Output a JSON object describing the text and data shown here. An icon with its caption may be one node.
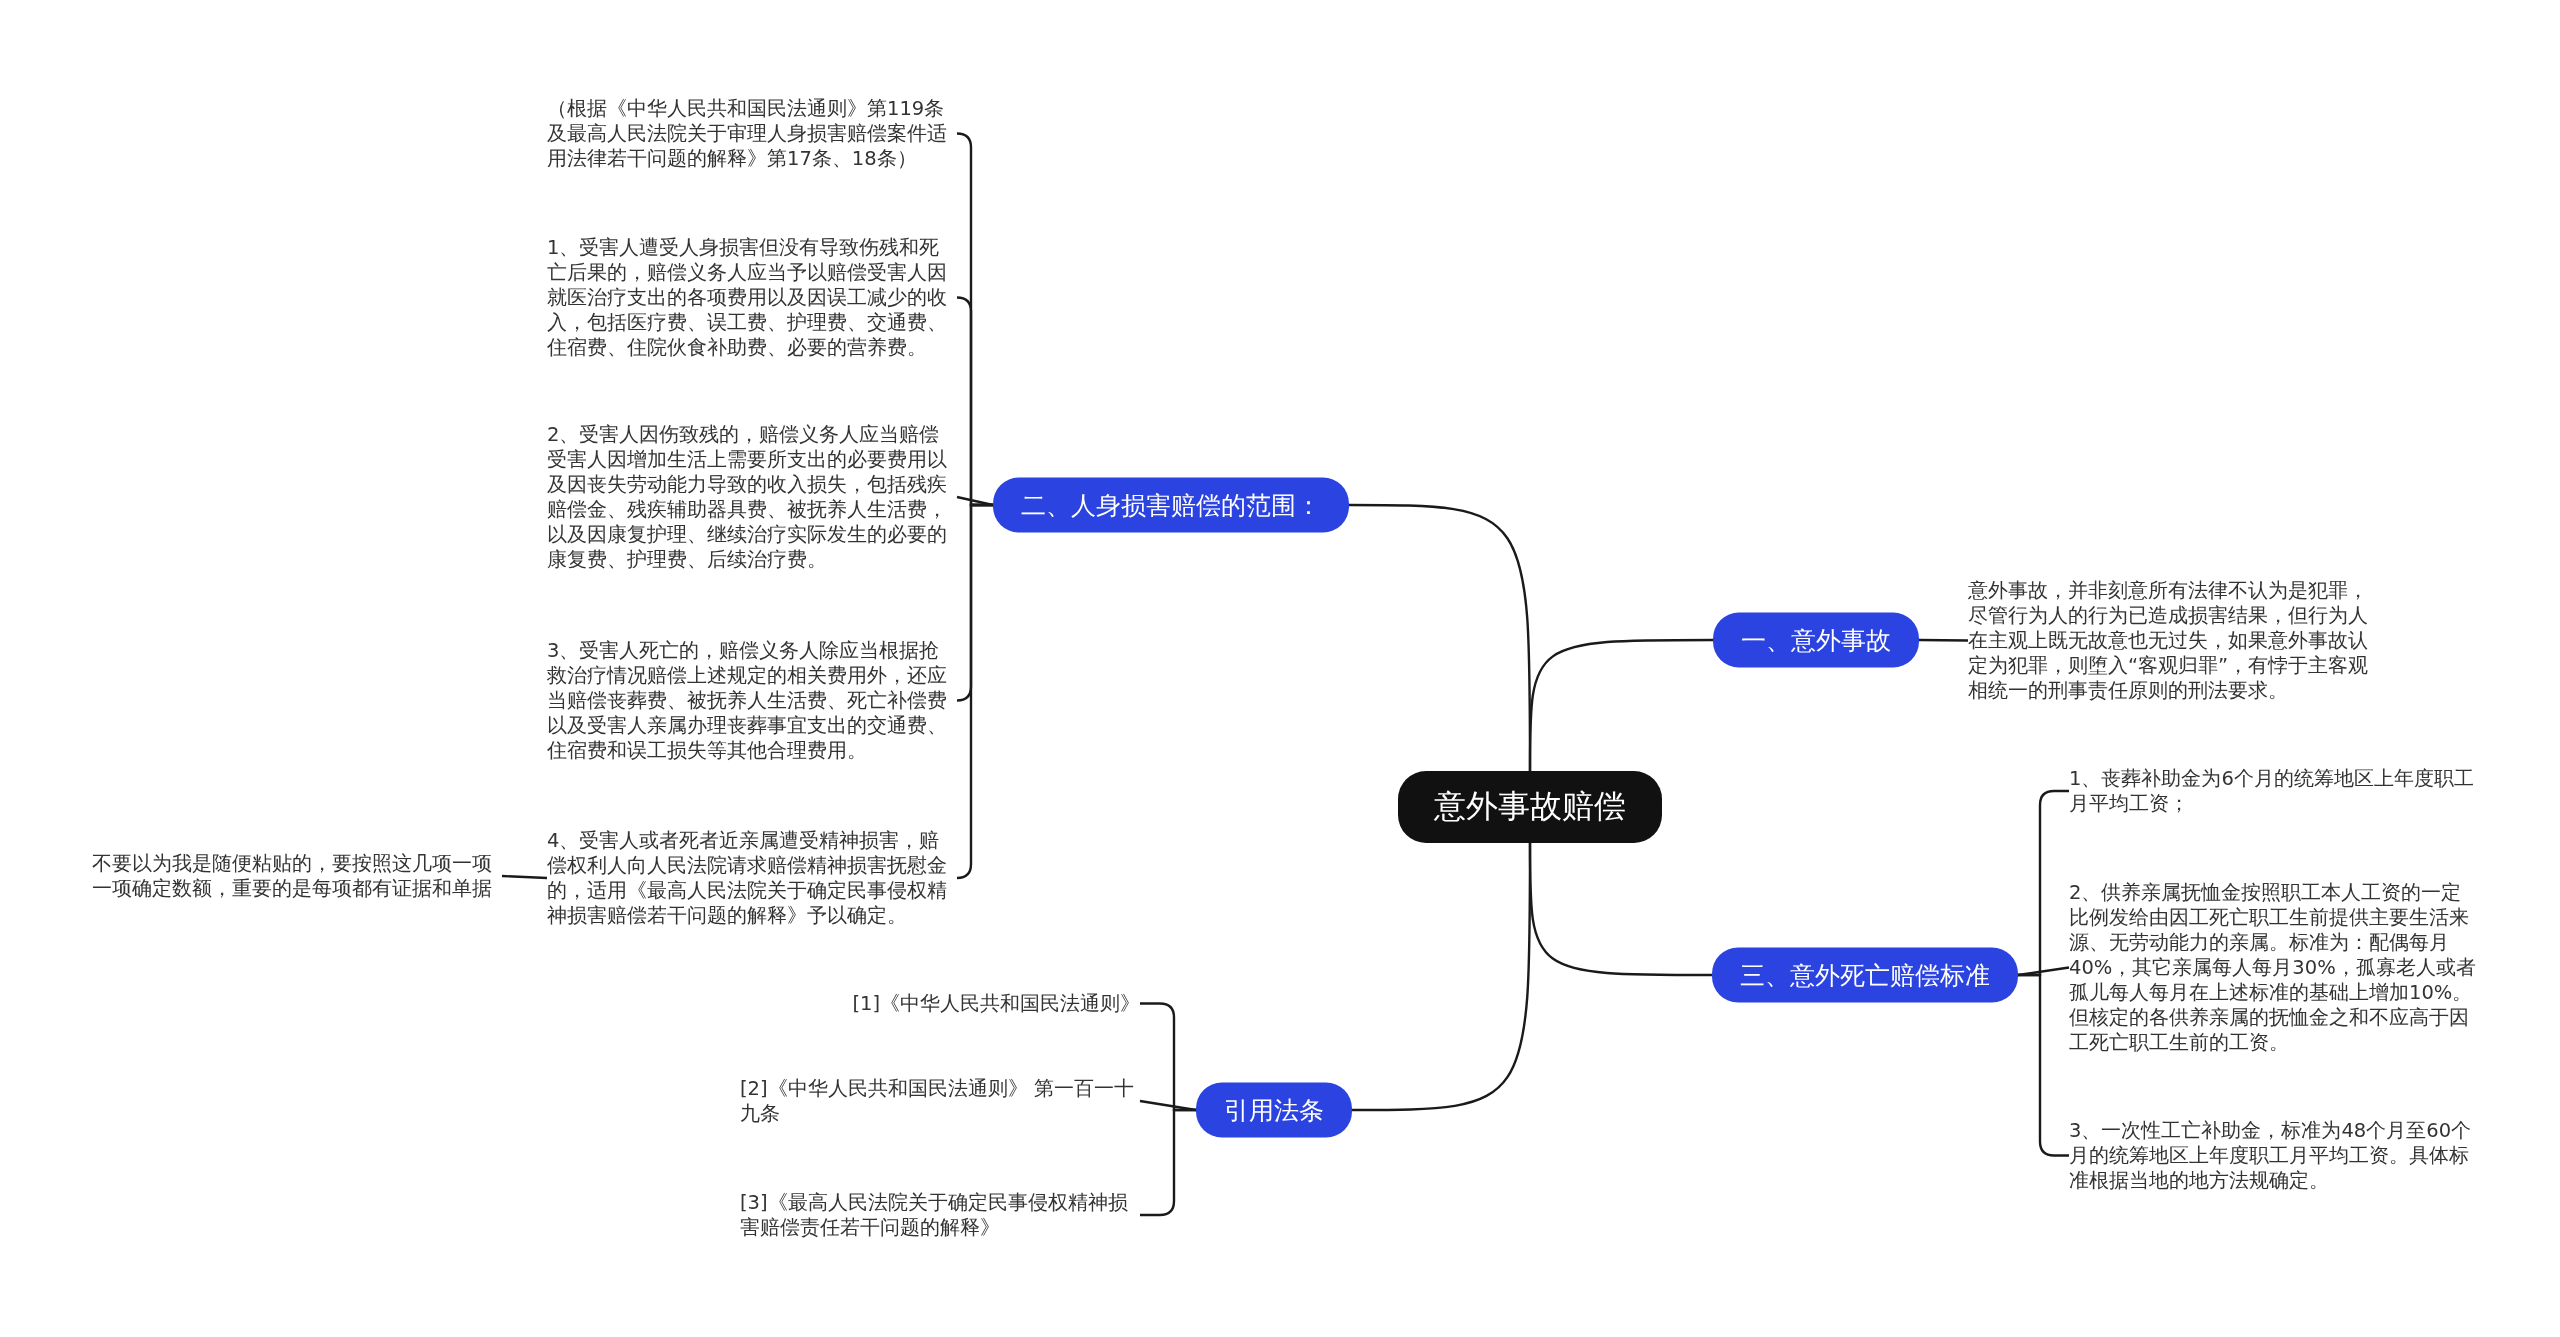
{
  "diagram": {
    "nodes": [
      {
        "text": [
          "意外事故赔偿"
        ]
      },
      {
        "text": [
          "一、意外事故"
        ]
      },
      {
        "text": [
          "意外事故，并非刻意所有法律不认为是犯罪，尽管行为人的行为已造成损害结果，但行为人在主观上既无故意也无过失，如果意外事故认定为犯罪，则堕入“客观归罪”，有悖于主客观相统一的刑事责任原则的刑法要求。"
        ]
      },
      {
        "text": [
          "二、人身损害赔偿的范围："
        ]
      },
      {
        "text": [
          "（根据《中华人民共和国民法通则》第119条及最高人民法院关于审理人身损害赔偿案件适用法律若干问题的解释》第17条、18条）"
        ]
      },
      {
        "text": [
          "1、受害人遭受人身损害但没有导致伤残和死亡后果的，赔偿义务人应当予以赔偿受害人因就医治疗支出的各项费用以及因误工减少的收入，包括医疗费、误工费、护理费、交通费、住宿费、住院伙食补助费、必要的营养费。"
        ]
      },
      {
        "text": [
          "2、受害人因伤致残的，赔偿义务人应当赔偿受害人因增加生活上需要所支出的必要费用以及因丧失劳动能力导致的收入损失，包括残疾赔偿金、残疾辅助器具费、被抚养人生活费，以及因康复护理、继续治疗实际发生的必要的康复费、护理费、后续治疗费。"
        ]
      },
      {
        "text": [
          "3、受害人死亡的，赔偿义务人除应当根据抢救治疗情况赔偿上述规定的相关费用外，还应当赔偿丧葬费、被抚养人生活费、死亡补偿费以及受害人亲属办理丧葬事宜支出的交通费、住宿费和误工损失等其他合理费用。"
        ]
      },
      {
        "text": [
          "4、受害人或者死者近亲属遭受精神损害，赔偿权利人向人民法院请求赔偿精神损害抚慰金的，适用《最高人民法院关于确定民事侵权精神损害赔偿若干问题的解释》予以确定。"
        ]
      },
      {
        "text": [
          "不要以为我是随便粘贴的，要按照这几项一项一项确定数额，重要的是每项都有证据和单据"
        ]
      },
      {
        "text": [
          "三、意外死亡赔偿标准"
        ]
      },
      {
        "text": [
          "1、丧葬补助金为6个月的统筹地区上年度职工月平均工资；"
        ]
      },
      {
        "text": [
          "2、供养亲属抚恤金按照职工本人工资的一定比例发给由因工死亡职工生前提供主要生活来源、无劳动能力的亲属。标准为：配偶每月40%，其它亲属每人每月30%，孤寡老人或者孤儿每人每月在上述标准的基础上增加10%。但核定的各供养亲属的抚恤金之和不应高于因工死亡职工生前的工资。"
        ]
      },
      {
        "text": [
          "3、一次性工亡补助金，标准为48个月至60个月的统筹地区上年度职工月平均工资。具体标准根据当地的地方法规确定。"
        ]
      },
      {
        "text": [
          "引用法条"
        ]
      },
      {
        "text": [
          "[1]《中华人民共和国民法通则》"
        ]
      },
      {
        "text": [
          "[2]《中华人民共和国民法通则》 第一百一十九条"
        ]
      },
      {
        "text": [
          "[3]《最高人民法院关于确定民事侵权精神损害赔偿责任若干问题的解释》"
        ]
      }
    ],
    "edges": [
      {
        "from": 0,
        "to": 1,
        "arrow": "none"
      },
      {
        "from": 1,
        "to": 2,
        "arrow": "none"
      },
      {
        "from": 0,
        "to": 3,
        "arrow": "none"
      },
      {
        "from": 3,
        "to": 4,
        "arrow": "none"
      },
      {
        "from": 3,
        "to": 5,
        "arrow": "none"
      },
      {
        "from": 3,
        "to": 6,
        "arrow": "none"
      },
      {
        "from": 3,
        "to": 7,
        "arrow": "none"
      },
      {
        "from": 3,
        "to": 8,
        "arrow": "none"
      },
      {
        "from": 8,
        "to": 9,
        "arrow": "none"
      },
      {
        "from": 0,
        "to": 10,
        "arrow": "none"
      },
      {
        "from": 10,
        "to": 11,
        "arrow": "none"
      },
      {
        "from": 10,
        "to": 12,
        "arrow": "none"
      },
      {
        "from": 10,
        "to": 13,
        "arrow": "none"
      },
      {
        "from": 0,
        "to": 14,
        "arrow": "none"
      },
      {
        "from": 14,
        "to": 15,
        "arrow": "none"
      },
      {
        "from": 14,
        "to": 16,
        "arrow": "none"
      },
      {
        "from": 14,
        "to": 17,
        "arrow": "none"
      }
    ]
  }
}
